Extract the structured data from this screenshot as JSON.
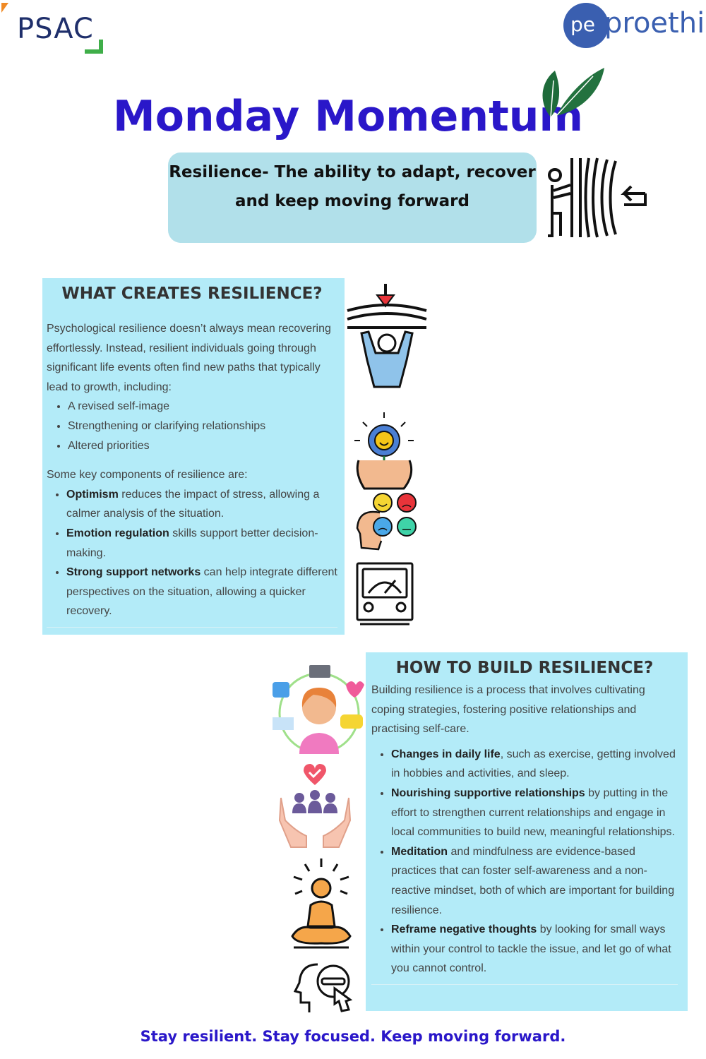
{
  "logos": {
    "psac": "PSAC",
    "proethic_mark": "pe",
    "proethic": "proethic"
  },
  "title": "Monday Momentum",
  "definition": {
    "line1": "Resilience- The ability to adapt, recover",
    "line2": "and keep moving forward"
  },
  "section1": {
    "heading": "WHAT CREATES RESILIENCE?",
    "intro": "Psychological resilience doesn’t always mean recovering effortlessly. Instead, resilient individuals going through significant life events often find new paths that typically lead to growth, including:",
    "growth_items": [
      "A revised self-image",
      "Strengthening or clarifying relationships",
      "Altered priorities"
    ],
    "components_intro": "Some key components of resilience are:",
    "components": [
      {
        "bold": "Optimism",
        "rest": " reduces the impact of stress, allowing a calmer analysis of the situation."
      },
      {
        "bold": "Emotion regulation",
        "rest": " skills support better decision-making."
      },
      {
        "bold": "Strong support networks",
        "rest": " can help integrate different perspectives on the situation, allowing a quicker recovery."
      }
    ]
  },
  "section2": {
    "heading": "HOW TO BUILD RESILIENCE?",
    "intro": "Building resilience is a process that involves cultivating coping strategies, fostering positive relationships and practising self-care.",
    "items": [
      {
        "bold": "Changes in daily life",
        "rest": ", such as exercise, getting involved in hobbies and activities, and sleep."
      },
      {
        "bold": "Nourishing supportive relationships",
        "rest": " by putting in the effort to strengthen current relationships and engage in local communities to build new, meaningful relationships."
      },
      {
        "bold": "Meditation",
        "rest": " and mindfulness are evidence-based practices that can foster self-awareness and a non-reactive mindset, both of which are important for building resilience."
      },
      {
        "bold": "Reframe negative thoughts",
        "rest": " by looking for small ways within your control to tackle the issue, and let go of what you cannot control."
      }
    ]
  },
  "footer": "Stay resilient. Stay focused. Keep moving forward.",
  "colors": {
    "title": "#2a17c9",
    "panel": "#b3ebf8",
    "definition_box": "#b1e0ea",
    "leaf": "#1e6b3a"
  },
  "icons": [
    "leaf-icon",
    "push-against-wall-icon",
    "pressure-person-icon",
    "growth-mind-icon",
    "emotions-head-icon",
    "gauge-meter-icon",
    "self-care-woman-icon",
    "community-support-icon",
    "meditation-icon",
    "mind-control-icon"
  ]
}
